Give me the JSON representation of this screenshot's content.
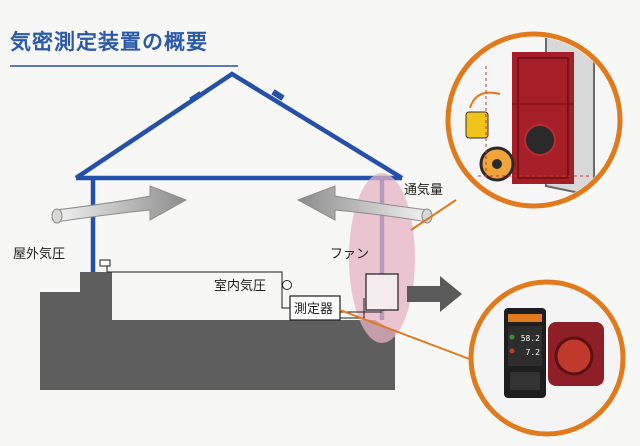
{
  "title": "気密測定装置の概要",
  "labels": {
    "ventilation": "通気量",
    "fan": "ファン",
    "outdoor_pressure": "屋外気圧",
    "indoor_pressure": "室内気圧",
    "meter": "測定器"
  },
  "device_readings": [
    "58.2",
    "7.2"
  ],
  "colors": {
    "frame_blue": "#2350a8",
    "ground_gray": "#5e5e5e",
    "accent_orange": "#e07a1c",
    "title_blue": "#2b5aa8"
  }
}
